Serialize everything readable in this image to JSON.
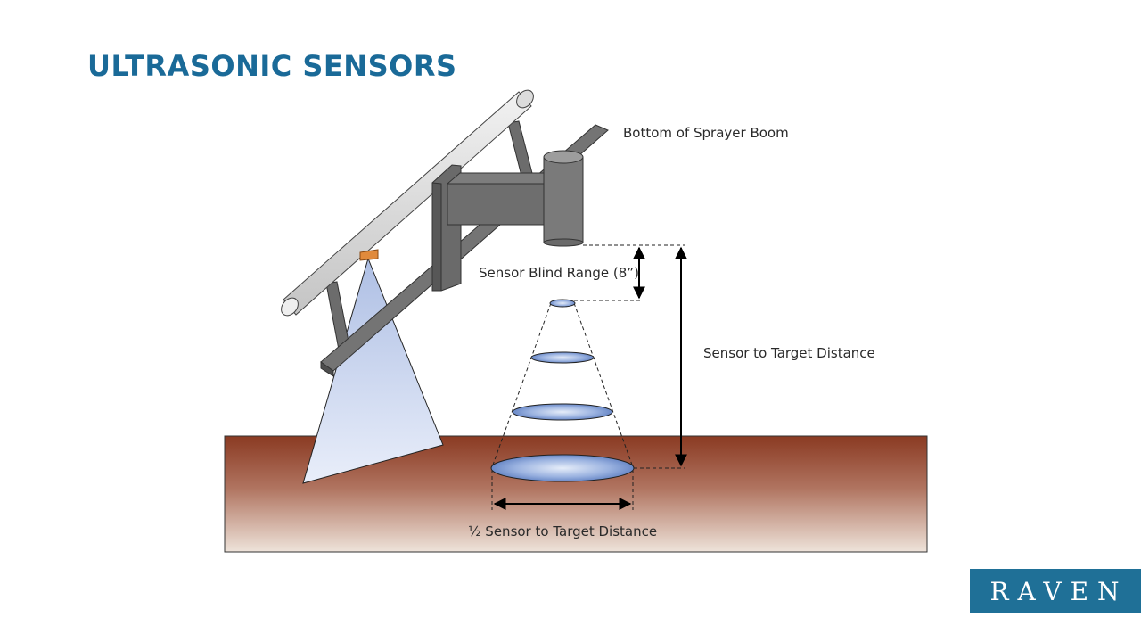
{
  "slide": {
    "title": "ULTRASONIC SENSORS"
  },
  "diagram": {
    "labels": {
      "boom": "Bottom of Sprayer Boom",
      "blind_range": "Sensor Blind Range (8”)",
      "target_distance": "Sensor to Target Distance",
      "half_distance": "½ Sensor to Target Distance"
    },
    "colors": {
      "soil_top": "#8a3a22",
      "soil_bottom": "#ecdfd4",
      "metal_dark": "#5b5b5b",
      "metal_mid": "#878787",
      "pipe": "#dcdcdc",
      "nozzle": "#e08a3c",
      "spray": "#c9d7f0",
      "ellipse": "#5c7fc4"
    }
  },
  "logo": {
    "text": "RAVEN",
    "color": "#1f7097"
  }
}
